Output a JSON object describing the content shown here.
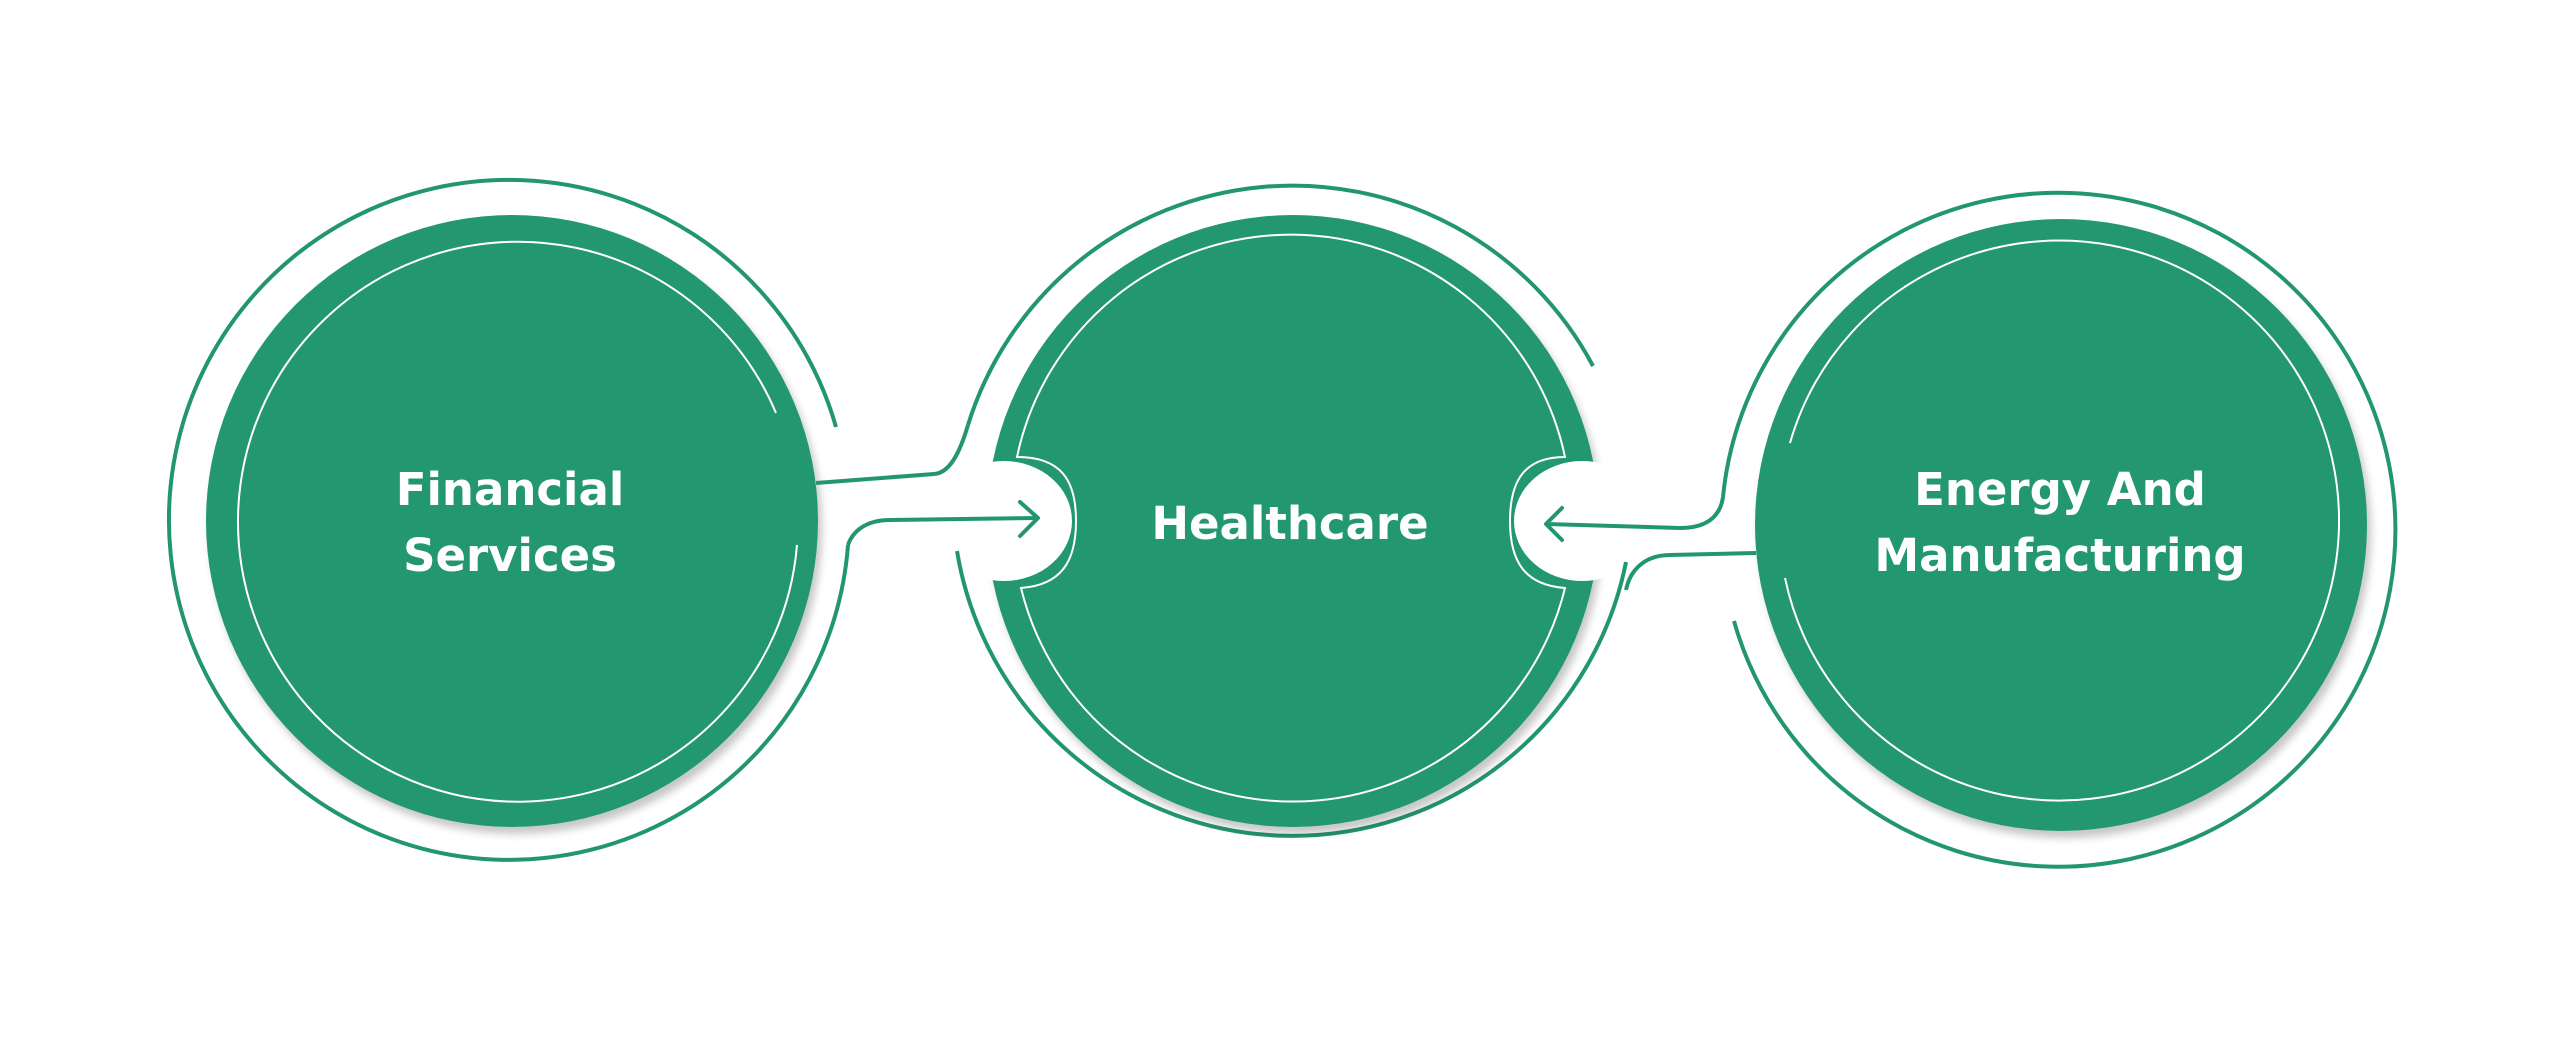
{
  "colors": {
    "primary": "#22976F",
    "text_on_primary": "#FFFFFF",
    "background": "#FFFFFF"
  },
  "nodes": [
    {
      "id": "financial-services",
      "lines": [
        "Financial",
        "Services"
      ]
    },
    {
      "id": "healthcare",
      "lines": [
        "Healthcare"
      ]
    },
    {
      "id": "energy-and-manufacturing",
      "lines": [
        "Energy And",
        "Manufacturing"
      ]
    }
  ],
  "connectors": [
    {
      "from": "financial-services",
      "to": "healthcare",
      "icon": "arrow-right-icon"
    },
    {
      "from": "energy-and-manufacturing",
      "to": "healthcare",
      "icon": "arrow-left-icon"
    }
  ]
}
